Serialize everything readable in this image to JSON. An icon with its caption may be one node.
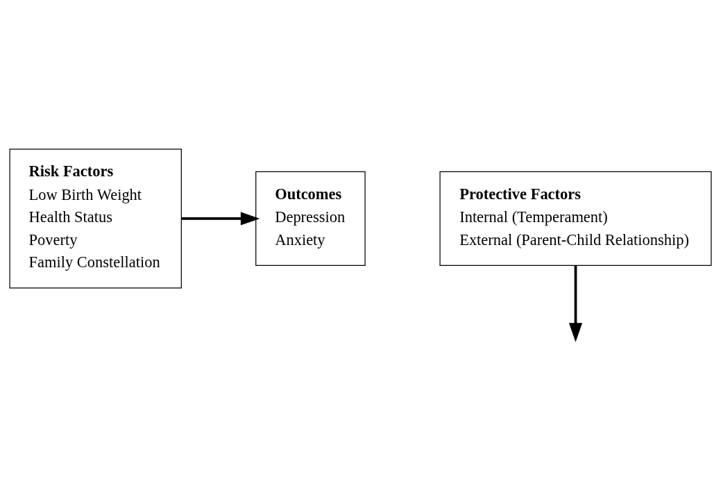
{
  "diagram": {
    "nodes": [
      {
        "text": [
          "Risk Factors",
          "Low Birth Weight",
          "Health Status",
          "Poverty",
          "Family Constellation"
        ]
      },
      {
        "text": [
          "Outcomes",
          "Depression",
          "Anxiety"
        ]
      },
      {
        "text": [
          "Protective Factors",
          "Internal (Temperament)",
          "External (Parent-Child Relationship)"
        ]
      }
    ],
    "edges": [
      {
        "from": 0,
        "to": 1,
        "arrow": "to"
      },
      {
        "from": 2,
        "to": null,
        "arrow": "to"
      }
    ]
  }
}
